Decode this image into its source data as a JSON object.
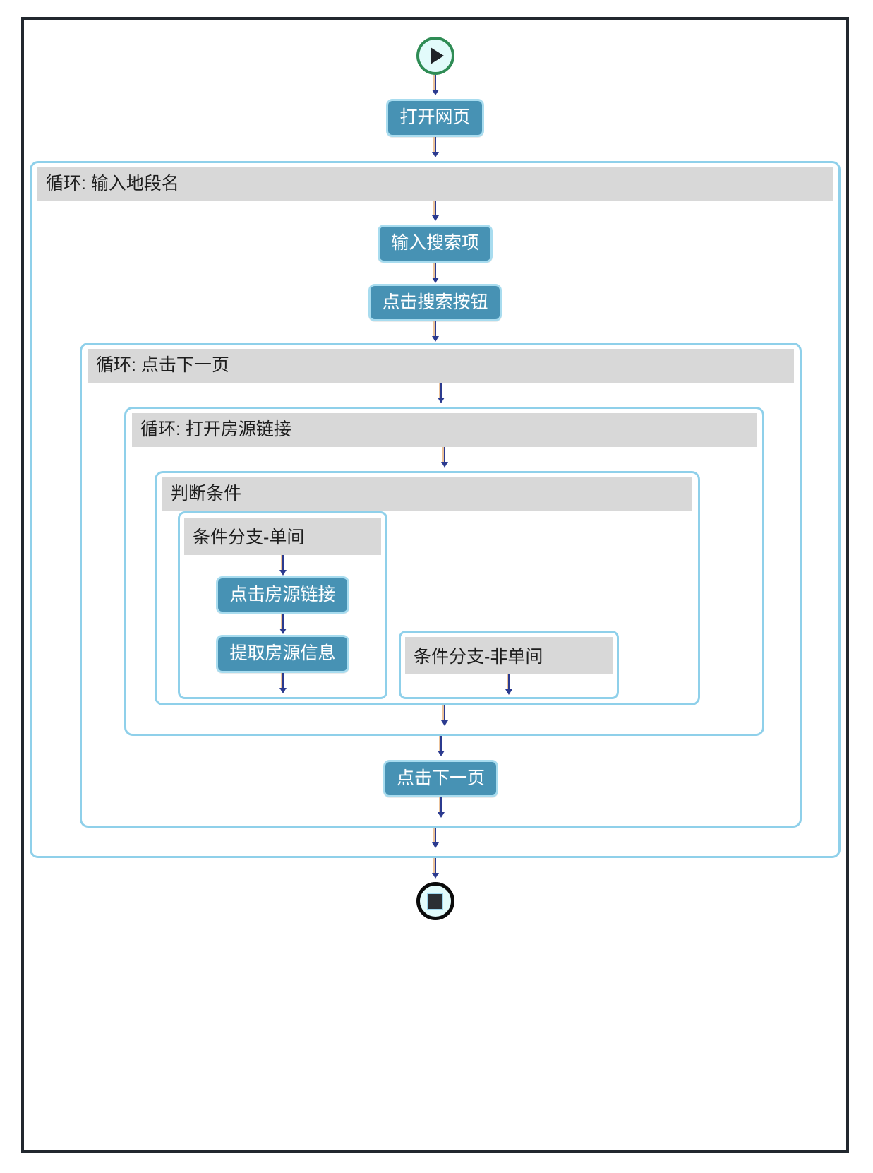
{
  "diagram": {
    "title": "RPA flow",
    "colors": {
      "frame": "#22282e",
      "container_border": "#8fd0ea",
      "container_header": "#d8d8d8",
      "node_fill": "#4792b4",
      "node_border": "#a8dcef",
      "node_text": "#ffffff",
      "arrow": "#2b3a8f",
      "start_ring": "#2f8c55",
      "end_ring": "#0b0b0b",
      "terminal_fill": "#e2fbfb"
    },
    "start_node": {
      "icon": "play-icon",
      "label": ""
    },
    "end_node": {
      "icon": "stop-icon",
      "label": ""
    },
    "nodes": {
      "open_page": "打开网页",
      "input_search_term": "输入搜索项",
      "click_search_button": "点击搜索按钮",
      "click_listing_link": "点击房源链接",
      "extract_listing_info": "提取房源信息",
      "click_next_page": "点击下一页"
    },
    "containers": {
      "loop_input_district": "循环: 输入地段名",
      "loop_click_next_page": "循环: 点击下一页",
      "loop_open_listing_link": "循环: 打开房源链接",
      "condition": "判断条件",
      "branch_single_room": "条件分支-单间",
      "branch_non_single_room": "条件分支-非单间"
    }
  }
}
